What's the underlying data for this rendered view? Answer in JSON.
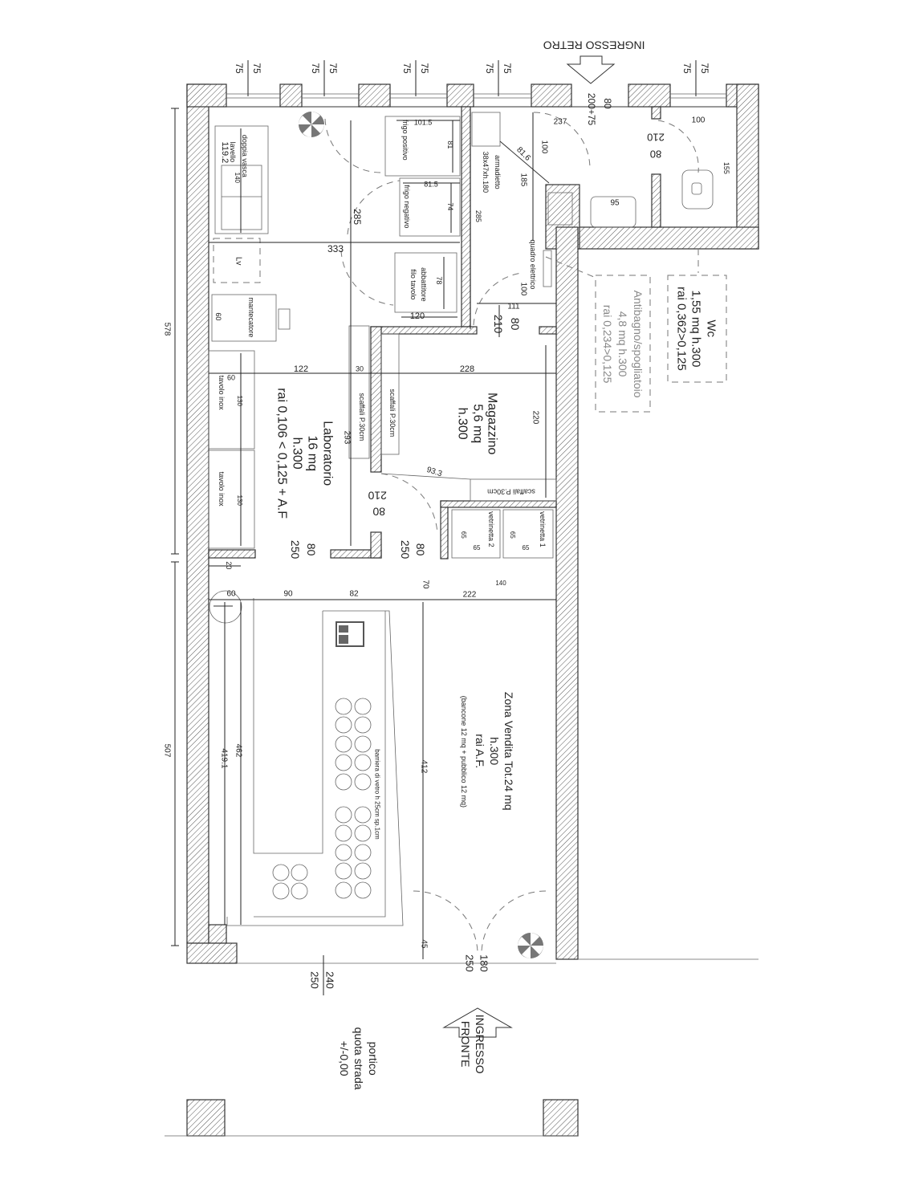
{
  "title_top": "INGRESSO RETRO",
  "top_dims": [
    "75",
    "75",
    "75",
    "75",
    "75",
    "75",
    "75",
    "75",
    "75",
    "75"
  ],
  "side_dims": {
    "upper": "578",
    "lower": "507"
  },
  "retro_door": {
    "w": "80",
    "h": "200+75"
  },
  "antibagno": {
    "d237": "237",
    "d100a": "100",
    "d81_6": "81.6",
    "d185": "185",
    "d285s": "285",
    "armadietto": "armadietto",
    "armadietto_size": "38x47xh.180",
    "quadro": "quadro elettrico",
    "d100b": "100",
    "d111": "111",
    "door_w": "80",
    "door_h": "210",
    "name": "Antibagno/spogliatoio",
    "area": "4,8 mq h.300",
    "rai": "rai 0,234>0,125"
  },
  "wc": {
    "d100": "100",
    "door_h": "210",
    "door_w": "80",
    "d155": "155",
    "d95": "95",
    "name": "Wc",
    "area": "1,55 mq h.300",
    "rai": "rai 0,362>0,125"
  },
  "laboratorio": {
    "lavello": "lavello",
    "lavello2": "doppia vasca",
    "d140": "140",
    "d119": "119.2",
    "frigo_pos": "frigo positivo",
    "d101": "101.5",
    "d81": "81",
    "frigo_neg": "frigo negativo",
    "d81_5": "81.5",
    "d74": "74",
    "d285": "285",
    "lv": "Lv",
    "d333": "333",
    "abbattitore": "abbattitore",
    "abbattitore2": "filo tavolo",
    "d78": "78",
    "d120": "120",
    "mantecatore": "mantecatore",
    "d60m": "60",
    "d122": "122",
    "d30": "30",
    "d60t": "60",
    "tavolo1": "tavolo inox",
    "d130a": "130",
    "tavolo2": "tavolo inox",
    "d130b": "130",
    "name": "Laboratorio",
    "area": "16 mq",
    "height": "h.300",
    "rai": "rai 0,106 < 0,125 + A.F",
    "d293": "293",
    "scaffali1": "scaffali P.30cm",
    "door1_w": "80",
    "door1_h": "250",
    "d20": "20"
  },
  "magazzino": {
    "d228": "228",
    "scaffali2": "scaffali P.30cm",
    "name": "Magazzino",
    "area": "5,6 mq",
    "height": "h.300",
    "d220": "220",
    "d93": "93.3",
    "scaffali3": "scaffali P.30cm",
    "door_h": "210",
    "door_w": "80",
    "door2_w": "80",
    "door2_h": "250"
  },
  "vetrinette": {
    "v1": "vetrinetta 1",
    "v2": "vetrinetta 2",
    "d65a": "65",
    "d65b": "65",
    "d65c": "65",
    "d65d": "65",
    "d140": "140",
    "d70": "70"
  },
  "vendita": {
    "d60": "60",
    "d90": "90",
    "d82": "82",
    "d222": "222",
    "d462": "462",
    "d419": "419.1",
    "barriera": "barriera di vetro h 25cm sp.1cm",
    "d412": "412",
    "name": "Zona Vendita Tot.24 mq",
    "height": "h.300",
    "rai": "rai A.F.",
    "note": "(bancone 12 mq + pubblico 12 mq)",
    "d45": "45",
    "door_w": "180",
    "door_h": "250"
  },
  "front": {
    "d240": "240",
    "d250": "250",
    "ingresso": "INGRESSO",
    "fronte": "FRONTE",
    "portico": "portico",
    "quota": "quota strada",
    "livello": "+/-0,00"
  }
}
